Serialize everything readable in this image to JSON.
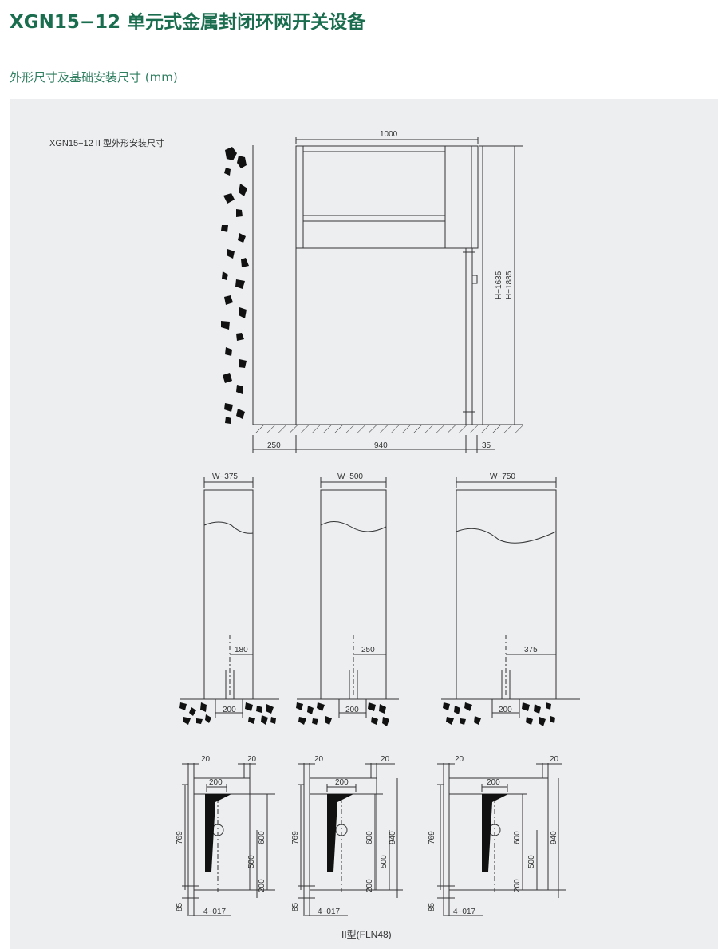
{
  "header": {
    "title": "XGN15−12 单元式金属封闭环网开关设备",
    "subtitle": "外形尺寸及基础安装尺寸 (mm)"
  },
  "drawing": {
    "caption": "XGN15−12 II 型外形安装尺寸",
    "side_view": {
      "width_total": "1000",
      "height_a": "H−1635",
      "height_b": "H−1885",
      "base_left": "250",
      "base_mid": "940",
      "base_right": "35"
    },
    "front_views": [
      {
        "width": "W−375",
        "offset": "180",
        "gap": "200"
      },
      {
        "width": "W−500",
        "offset": "250",
        "gap": "200"
      },
      {
        "width": "W−750",
        "offset": "375",
        "gap": "200"
      }
    ],
    "plan_views": {
      "margin_left": "20",
      "margin_right": "20",
      "top_width": "200",
      "depth": "769",
      "dim_600": "600",
      "dim_500": "500",
      "dim_200": "200",
      "dim_940": "940",
      "dim_85": "85",
      "holes": "4−017"
    },
    "footer_label": "II型(FLN48)"
  },
  "colors": {
    "title": "#1a6e4f",
    "subtitle": "#2f7e60",
    "panel_bg": "#eceef0",
    "line": "#333333"
  }
}
